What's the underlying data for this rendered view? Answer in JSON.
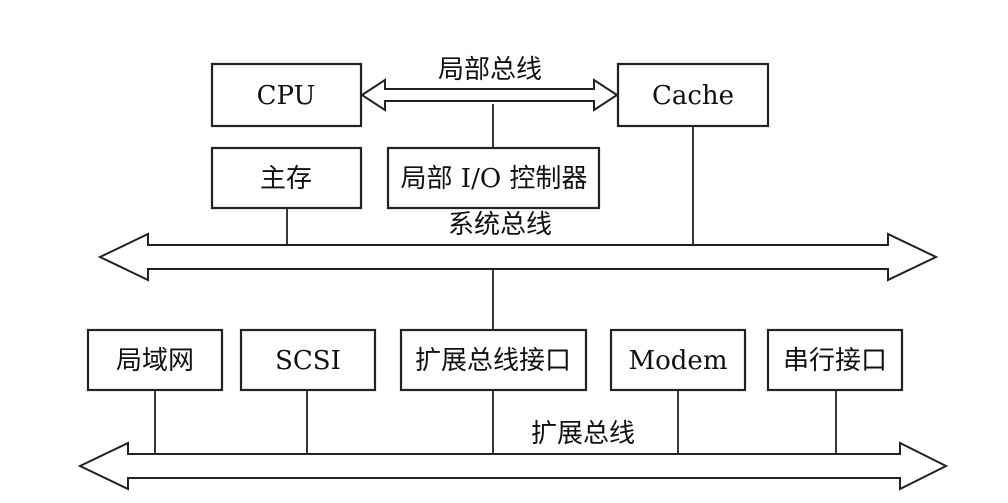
{
  "diagram": {
    "nodes": {
      "cpu": "CPU",
      "cache": "Cache",
      "main_memory": "主存",
      "local_io": "局部 I/O 控制器",
      "lan": "局域网",
      "scsi": "SCSI",
      "expansion_if": "扩展总线接口",
      "modem": "Modem",
      "serial_if": "串行接口"
    },
    "buses": {
      "local": "局部总线",
      "system": "系统总线",
      "expansion": "扩展总线"
    },
    "edges": [
      {
        "from": "cpu",
        "to": "cache",
        "via": "local"
      },
      {
        "from": "local_io",
        "to": "local"
      },
      {
        "from": "main_memory",
        "to": "system"
      },
      {
        "from": "cache",
        "to": "system"
      },
      {
        "from": "system",
        "to": "expansion_if"
      },
      {
        "from": "lan",
        "to": "expansion"
      },
      {
        "from": "scsi",
        "to": "expansion"
      },
      {
        "from": "expansion_if",
        "to": "expansion"
      },
      {
        "from": "modem",
        "to": "expansion"
      },
      {
        "from": "serial_if",
        "to": "expansion"
      }
    ]
  }
}
